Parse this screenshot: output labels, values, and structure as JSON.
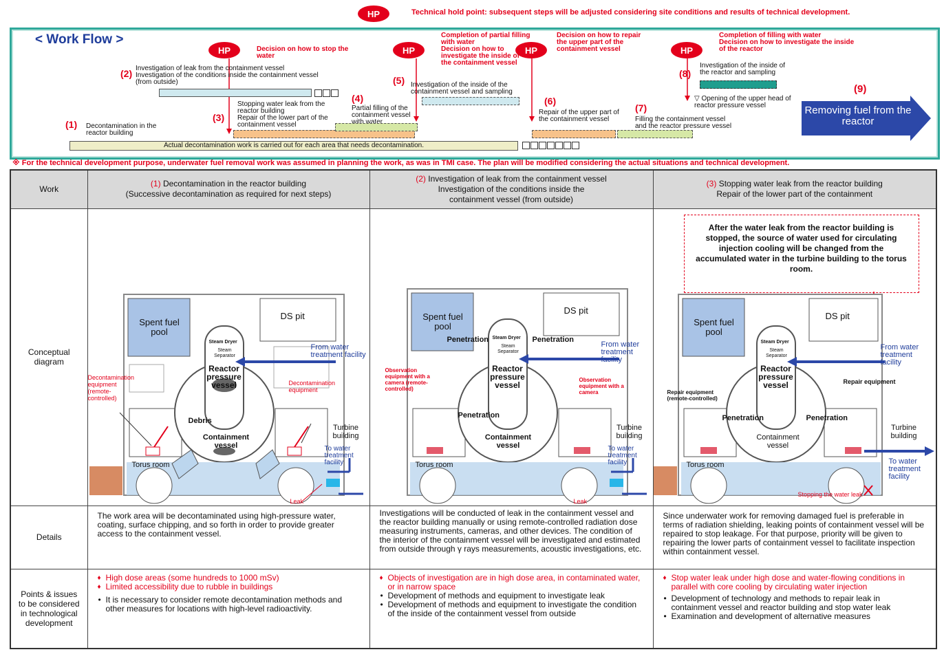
{
  "legend": {
    "hp": "HP",
    "text": "Technical hold point: subsequent steps will be adjusted considering site conditions and results of technical development."
  },
  "workflow": {
    "title": "< Work Flow >",
    "hp_labels": [
      "Decision on how to stop the water",
      "Completion of partial filling with water\nDecision on how to investigate the inside of the containment vessel",
      "Decision on how to repair the upper part of the containment vessel",
      "Completion of filling with water\nDecision on how to investigate the inside of the reactor"
    ],
    "steps": [
      {
        "num": "(1)",
        "text": "Decontamination in the reactor building"
      },
      {
        "num": "(2)",
        "text": "Investigation of leak from the containment vessel\nInvestigation of the conditions inside the containment vessel (from outside)"
      },
      {
        "num": "(3)",
        "text": "Stopping water leak from the reactor building\nRepair of the lower part of the containment vessel"
      },
      {
        "num": "(4)",
        "text": "Partial filling of the containment vessel with water"
      },
      {
        "num": "(5)",
        "text": "Investigation of the inside of the containment vessel and sampling"
      },
      {
        "num": "(6)",
        "text": "Repair of the upper part of the containment vessel"
      },
      {
        "num": "(7)",
        "text": "Filling the containment vessel and the reactor pressure vessel with water"
      },
      {
        "num": "(8)",
        "text": "Investigation of the inside of the reactor and sampling"
      },
      {
        "num": "(9)",
        "text": "Removing fuel from the reactor"
      }
    ],
    "bar1_text": "Actual decontamination work is carried out for each area that needs decontamination.",
    "upper_head": "▽ Opening of the upper head of reactor pressure vessel"
  },
  "note": "※ For the technical development purpose, underwater fuel removal work was assumed in planning the work, as was in TMI case. The plan will be modified considering the actual situations and technical development.",
  "table": {
    "row_labels": [
      "Work",
      "Conceptual diagram",
      "Details",
      "Points & issues to be considered in technological development"
    ],
    "col1": {
      "num": "(1)",
      "title": "Decontamination in the reactor building",
      "sub": "(Successive decontamination as required for next steps)",
      "details": "The work area will be decontaminated using high-pressure water, coating, surface chipping, and so forth in order to provide greater access to the containment vessel.",
      "points_red": [
        "High dose areas (some hundreds to 1000 mSv)",
        "Limited accessibility due to rubble in buildings"
      ],
      "points_black": [
        "It is necessary to consider remote decontamination methods and other measures for locations with high-level radioactivity."
      ]
    },
    "col2": {
      "num": "(2)",
      "title": "Investigation of leak from the containment vessel",
      "sub": "Investigation of the conditions inside the containment vessel (from outside)",
      "details": "Investigations will be conducted of leak in the containment vessel and the reactor building manually or using remote-controlled radiation dose measuring instruments, cameras, and other devices. The condition of the interior of the containment vessel will be investigated and estimated from outside through γ rays measurements, acoustic investigations, etc.",
      "points_red": [
        "Objects of investigation are in high dose area, in contaminated water, or in narrow space"
      ],
      "points_black": [
        "Development of methods and equipment to investigate leak",
        "Development of methods and equipment to investigate the condition of the inside of the containment vessel from outside"
      ]
    },
    "col3": {
      "num": "(3)",
      "title": "Stopping water leak from the reactor building",
      "sub": "Repair of the lower part of the containment",
      "note": "After the water leak from the reactor building is stopped, the source of water used for circulating injection cooling will be changed from the accumulated water in the turbine building to the torus room.",
      "details": "Since underwater work for removing damaged fuel is preferable in terms of radiation shielding, leaking points of containment vessel will be repaired to stop leakage. For that purpose, priority will be given to repairing the lower parts of containment vessel to facilitate inspection within containment vessel.",
      "points_red": [
        "Stop water leak under high dose and water-flowing conditions in parallel with core cooling by circulating water injection"
      ],
      "points_black": [
        "Development of technology and methods to repair leak in containment vessel and reactor building and stop water leak",
        "Examination and development of alternative measures"
      ]
    },
    "diagram_labels": {
      "spent_fuel_pool": "Spent fuel pool",
      "ds_pit": "DS pit",
      "steam_dryer": "Steam Dryer",
      "steam_separator": "Steam Separator",
      "reactor_pressure_vessel": "Reactor pressure vessel",
      "containment_vessel": "Containment vessel",
      "torus_room": "Torus room",
      "turbine_building": "Turbine building",
      "from_water": "From water treatment facility",
      "to_water": "To water treatment facility",
      "debris": "Debris",
      "leak": "Leak",
      "penetration": "Penetration",
      "decon_equipment_remote": "Decontamination equipment (remote-controlled)",
      "decon_equipment": "Decontamination equipment",
      "obs_remote": "Observation equipment with a camera (remote-controlled)",
      "obs": "Observation equipment with a camera",
      "repair_remote": "Repair equipment (remote-controlled)",
      "repair": "Repair equipment",
      "stopping_leak": "Stopping the water leak"
    }
  }
}
